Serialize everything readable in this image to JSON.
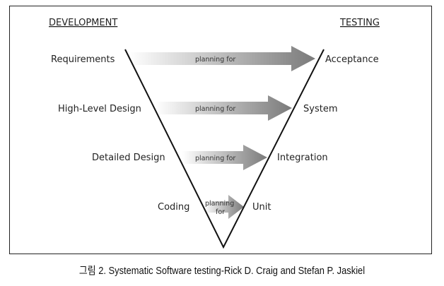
{
  "headers": {
    "development": "DEVELOPMENT",
    "testing": "TESTING"
  },
  "rows": [
    {
      "dev": "Requirements",
      "test": "Acceptance",
      "arrow": "planning for"
    },
    {
      "dev": "High-Level Design",
      "test": "System",
      "arrow": "planning for"
    },
    {
      "dev": "Detailed Design",
      "test": "Integration",
      "arrow": "planning for"
    },
    {
      "dev": "Coding",
      "test": "Unit",
      "arrow_line1": "planning",
      "arrow_line2": "for"
    }
  ],
  "caption": "그림 2. Systematic Software testing-Rick D. Craig and Stefan P. Jaskiel",
  "colors": {
    "line": "#111111",
    "arrow_dark": "#7a7a7a",
    "arrow_light": "#ffffff"
  }
}
